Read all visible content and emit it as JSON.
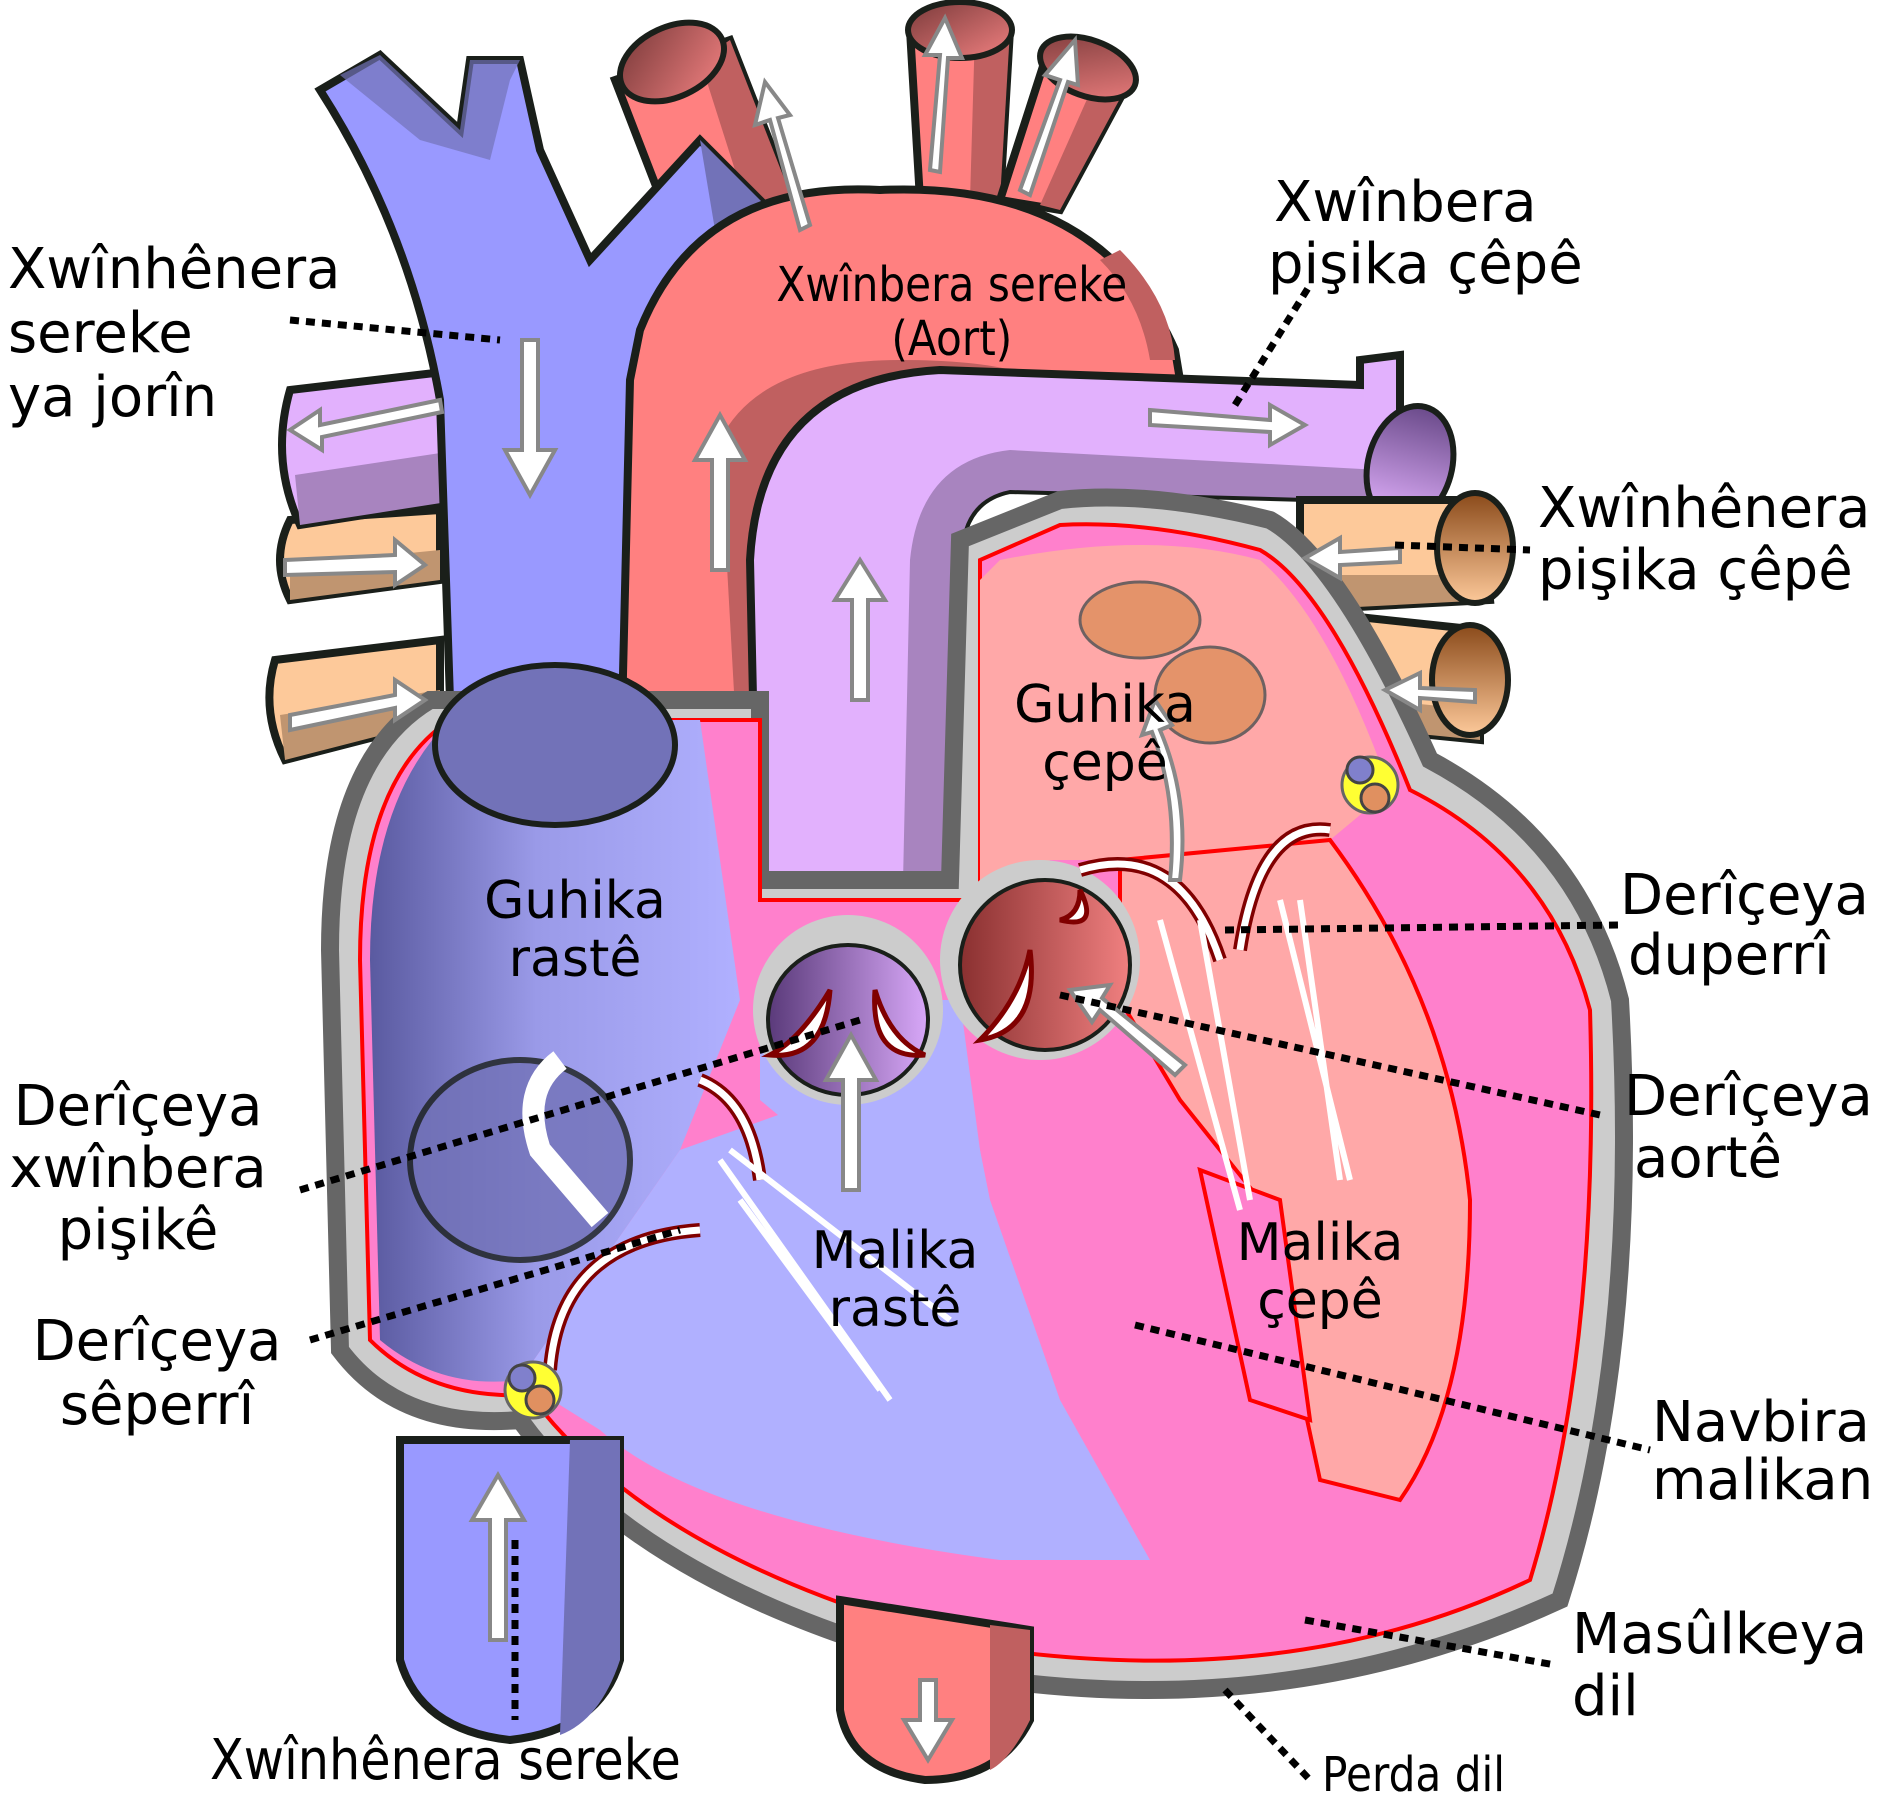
{
  "title": "Diagram of the human heart (Kurdish labels)",
  "colors": {
    "vein_blue": "#9999ff",
    "vein_blue_shade": "#7272b8",
    "artery_red": "#ff8080",
    "artery_red_shade": "#c06060",
    "pulmonary_artery": "#e2b1fd",
    "pulmonary_artery_shade": "#a884bf",
    "pulmonary_vein": "#fdc99a",
    "pulmonary_vein_shade": "#c09570",
    "right_side_chamber": "#b0b0ff",
    "left_side_chamber": "#ffa8a8",
    "myocardium": "#ff80cc",
    "pericardium_outer": "#666666",
    "pericardium_inner": "#cccccc",
    "endocardium_line": "#ff0000",
    "valve_outline": "#800000",
    "arrow_fill": "#ffffff",
    "arrow_stroke": "#888888",
    "outline": "#1a1f1a"
  },
  "labels": {
    "superior_vena_cava": [
      "Xwînhênera",
      "sereke",
      "ya jorîn"
    ],
    "aorta": [
      "Xwînbera sereke",
      "(Aort)"
    ],
    "pulmonary_artery": [
      "Xwînbera",
      "pişika çêpê"
    ],
    "pulmonary_vein": [
      "Xwînhênera",
      "pişika çêpê"
    ],
    "left_atrium": [
      "Guhika",
      "çepê"
    ],
    "right_atrium": [
      "Guhika",
      "rastê"
    ],
    "mitral_valve": [
      "Derîçeya",
      "duperrî"
    ],
    "aortic_valve": [
      "Derîçeya",
      "aortê"
    ],
    "pulmonary_valve": [
      "Derîçeya",
      "xwînbera",
      "pişikê"
    ],
    "tricuspid_valve": [
      "Derîçeya",
      "sêperrî"
    ],
    "right_ventricle": [
      "Malika",
      "rastê"
    ],
    "left_ventricle": [
      "Malika",
      "çepê"
    ],
    "septum": [
      "Navbira",
      "malikan"
    ],
    "myocardium": [
      "Masûlkeya",
      "dil"
    ],
    "inferior_vena_cava": [
      "Xwînhênera sereke"
    ],
    "pericardium": [
      "Perda dil"
    ]
  }
}
